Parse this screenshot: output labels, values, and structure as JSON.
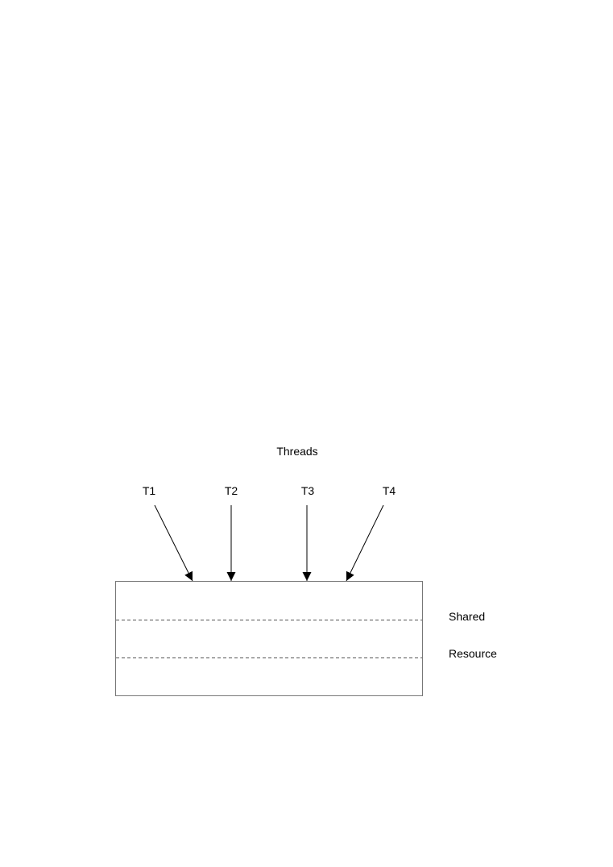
{
  "diagram": {
    "title": "Threads",
    "threads": [
      {
        "label": "T1"
      },
      {
        "label": "T2"
      },
      {
        "label": "T3"
      },
      {
        "label": "T4"
      }
    ],
    "resource_label_line1": "Shared",
    "resource_label_line2": "Resource"
  },
  "colors": {
    "line": "#000000",
    "divider": "#555555",
    "background": "#ffffff"
  }
}
